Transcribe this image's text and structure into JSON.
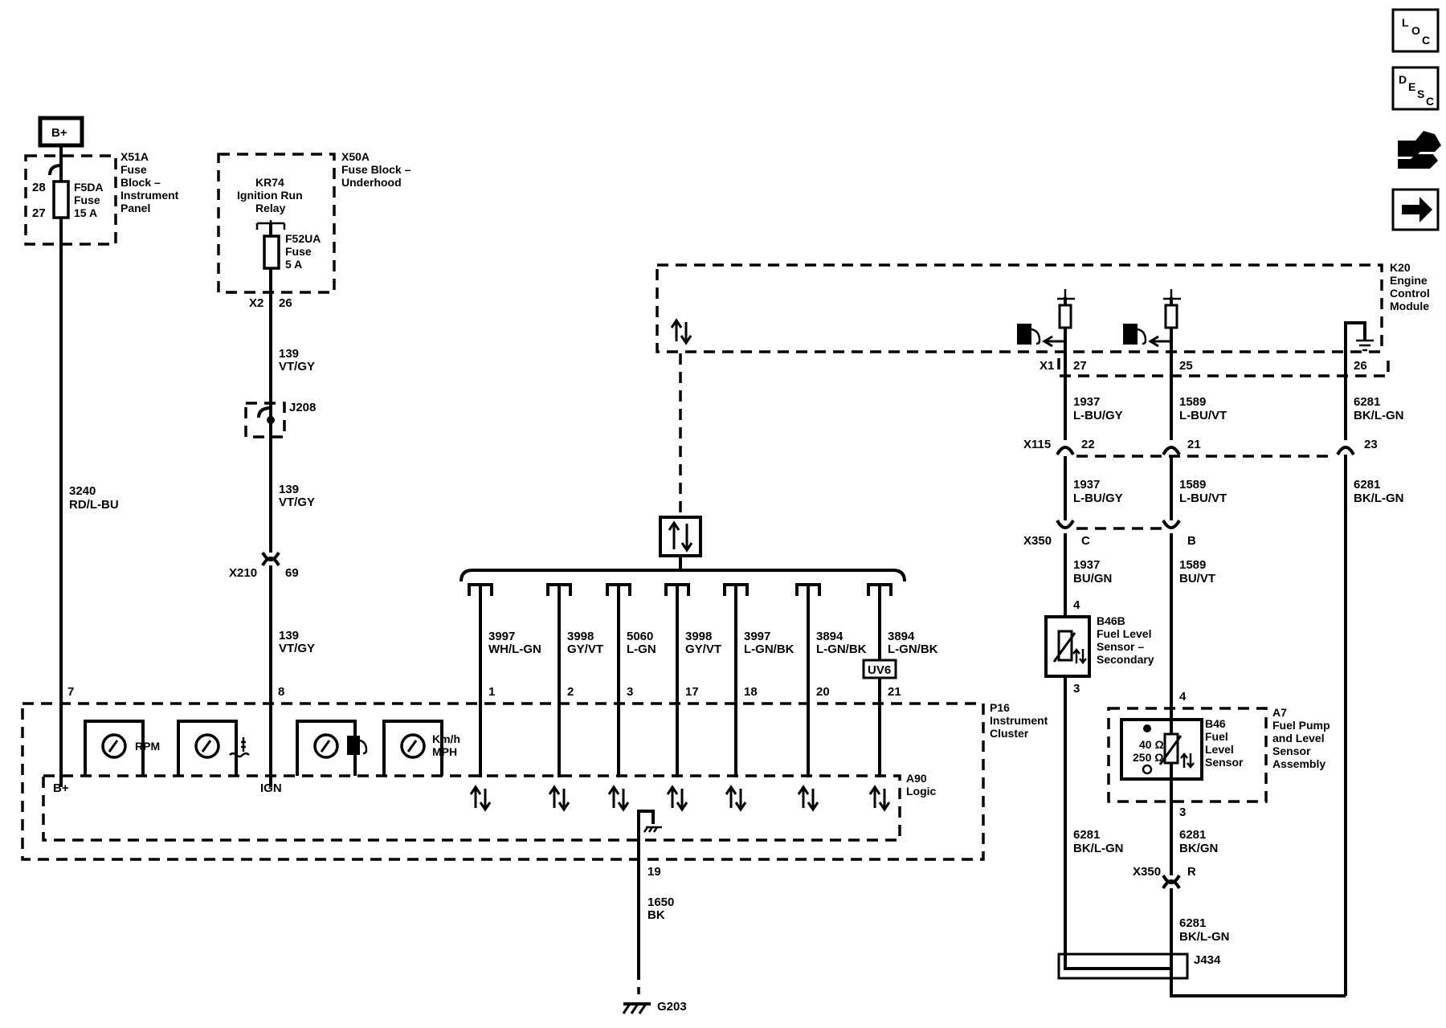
{
  "nav": {
    "loc": [
      "L",
      "O",
      "C"
    ],
    "desc": [
      "D",
      "E",
      "S",
      "C"
    ]
  },
  "battery": {
    "label": "B+"
  },
  "x51a": {
    "code": "X51A",
    "name": [
      "Fuse",
      "Block –",
      "Instrument",
      "Panel"
    ],
    "pin_in": "28",
    "pin_out": "27",
    "fuse": [
      "F5DA",
      "Fuse",
      "15 A"
    ]
  },
  "x50a": {
    "code": "X50A",
    "name": [
      "Fuse Block –",
      "Underhood"
    ],
    "relay": [
      "KR74",
      "Ignition Run",
      "Relay"
    ],
    "fuse": [
      "F52UA",
      "Fuse",
      "5 A"
    ],
    "conn": "X2",
    "pin": "26"
  },
  "wire_3240": [
    "3240",
    "RD/L-BU"
  ],
  "wire_139a": [
    "139",
    "VT/GY"
  ],
  "wire_139b": [
    "139",
    "VT/GY"
  ],
  "wire_139c": [
    "139",
    "VT/GY"
  ],
  "j208": "J208",
  "x210": {
    "conn": "X210",
    "pin": "69"
  },
  "k20": {
    "code": "K20",
    "name": [
      "Engine",
      "Control",
      "Module"
    ],
    "conn": "X1",
    "pins": [
      "27",
      "25",
      "26"
    ]
  },
  "x115": {
    "conn": "X115",
    "pins": [
      "22",
      "21",
      "23"
    ]
  },
  "x350a": {
    "conn": "X350",
    "pins": [
      "C",
      "B"
    ]
  },
  "x350b": {
    "conn": "X350",
    "pin": "R"
  },
  "ecm_wires": {
    "w1937a": [
      "1937",
      "L-BU/GY"
    ],
    "w1589a": [
      "1589",
      "L-BU/VT"
    ],
    "w6281a": [
      "6281",
      "BK/L-GN"
    ],
    "w1937b": [
      "1937",
      "L-BU/GY"
    ],
    "w1589b": [
      "1589",
      "L-BU/VT"
    ],
    "w6281b": [
      "6281",
      "BK/L-GN"
    ],
    "w1937c": [
      "1937",
      "BU/GN"
    ],
    "w1589c": [
      "1589",
      "BU/VT"
    ]
  },
  "b46b": {
    "name": [
      "B46B",
      "Fuel Level",
      "Sensor –",
      "Secondary"
    ],
    "pin_top": "4",
    "pin_bot": "3"
  },
  "a7": {
    "name": [
      "A7",
      "Fuel Pump",
      "and Level",
      "Sensor",
      "Assembly"
    ],
    "pin_top": "4",
    "pin_bot": "3"
  },
  "b46": {
    "name": [
      "B46",
      "Fuel",
      "Level",
      "Sensor"
    ],
    "r1": "40 Ω",
    "r2": "250 Ω"
  },
  "lower_wires": {
    "w6281c": [
      "6281",
      "BK/L-GN"
    ],
    "w6281d": [
      "6281",
      "BK/GN"
    ],
    "w6281e": [
      "6281",
      "BK/L-GN"
    ]
  },
  "j434": "J434",
  "p16": {
    "name": [
      "P16",
      "Instrument",
      "Cluster"
    ],
    "logic": [
      "A90",
      "Logic"
    ],
    "bplus": "B+",
    "ign": "IGN",
    "pin_bplus": "7",
    "pin_ign": "8",
    "pin_gnd": "19"
  },
  "gauges": {
    "rpm": "RPM",
    "speed": [
      "Km/h",
      "MPH"
    ]
  },
  "bus_wires": [
    {
      "circuit": "3997",
      "color": "WH/L-GN",
      "pin": "1"
    },
    {
      "circuit": "3998",
      "color": "GY/VT",
      "pin": "2"
    },
    {
      "circuit": "5060",
      "color": "L-GN",
      "pin": "3"
    },
    {
      "circuit": "3998",
      "color": "GY/VT",
      "pin": "17"
    },
    {
      "circuit": "3997",
      "color": "L-GN/BK",
      "pin": "18"
    },
    {
      "circuit": "3894",
      "color": "L-GN/BK",
      "pin": "20"
    },
    {
      "circuit": "3894",
      "color": "L-GN/BK",
      "pin": "21"
    }
  ],
  "uv6": "UV6",
  "ground_wire": [
    "1650",
    "BK"
  ],
  "g203": "G203"
}
